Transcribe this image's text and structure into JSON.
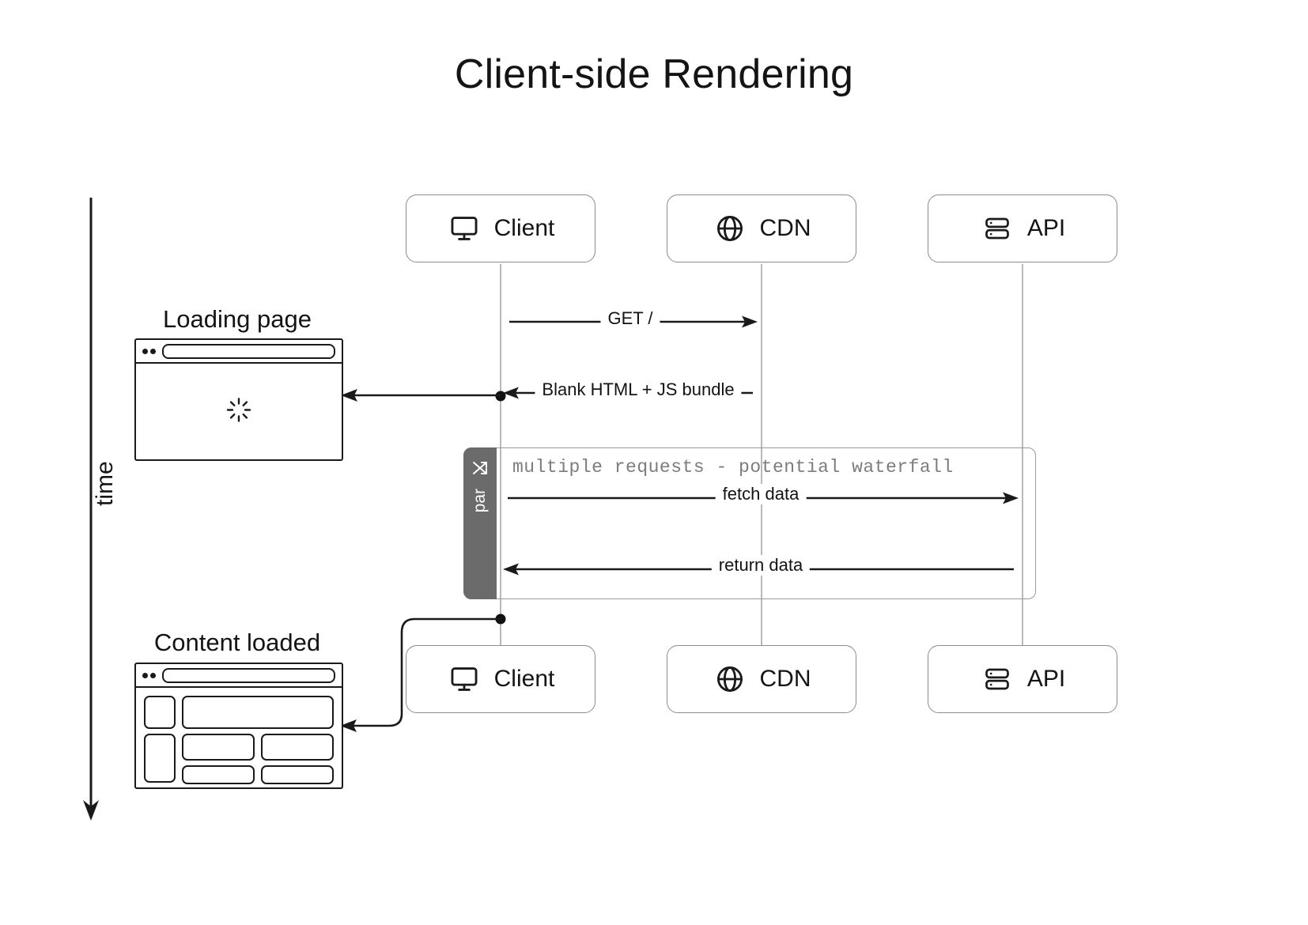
{
  "title": "Client-side Rendering",
  "axis": {
    "label": "time"
  },
  "participants": [
    {
      "id": "client",
      "label": "Client",
      "icon": "monitor-icon"
    },
    {
      "id": "cdn",
      "label": "CDN",
      "icon": "globe-icon"
    },
    {
      "id": "api",
      "label": "API",
      "icon": "server-icon"
    }
  ],
  "participants_bottom": [
    {
      "id": "client",
      "label": "Client",
      "icon": "monitor-icon"
    },
    {
      "id": "cdn",
      "label": "CDN",
      "icon": "globe-icon"
    },
    {
      "id": "api",
      "label": "API",
      "icon": "server-icon"
    }
  ],
  "messages": [
    {
      "id": "get-root",
      "label": "GET /",
      "from": "client",
      "to": "cdn",
      "direction": "right"
    },
    {
      "id": "blank-html",
      "label": "Blank HTML + JS bundle",
      "from": "cdn",
      "to": "client",
      "direction": "left"
    },
    {
      "id": "fetch-data",
      "label": "fetch data",
      "from": "client",
      "to": "api",
      "direction": "right"
    },
    {
      "id": "return-data",
      "label": "return data",
      "from": "api",
      "to": "client",
      "direction": "left"
    }
  ],
  "par_block": {
    "keyword": "par",
    "icon": "shuffle-icon",
    "note": "multiple requests - potential waterfall"
  },
  "mockups": [
    {
      "id": "loading",
      "caption": "Loading page",
      "state": "spinner"
    },
    {
      "id": "content",
      "caption": "Content loaded",
      "state": "wireframe"
    }
  ],
  "colors": {
    "stroke": "#1a1a1a",
    "lifeline": "#b9b9b9",
    "box_border": "#8c8c8c",
    "par_tab": "#6b6b6b",
    "note_text": "#7d7d7d",
    "background": "#ffffff"
  }
}
